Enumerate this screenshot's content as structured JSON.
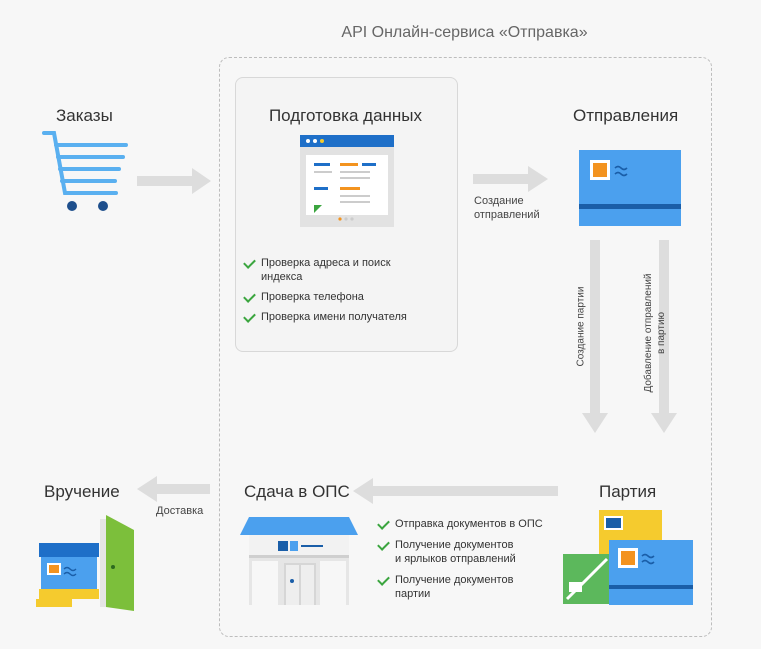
{
  "region": {
    "title": "API Онлайн-сервиса «Отправка»"
  },
  "nodes": {
    "orders": {
      "label": "Заказы",
      "icon": "shopping-cart-icon"
    },
    "prep": {
      "label": "Подготовка данных",
      "icon": "data-form-icon",
      "checks": [
        "Проверка адреса и поиск индекса",
        "Проверка телефона",
        "Проверка имени получателя"
      ]
    },
    "shipments": {
      "label": "Отправления",
      "icon": "envelope-icon"
    },
    "batch": {
      "label": "Партия",
      "icon": "envelope-stack-icon"
    },
    "handover": {
      "label": "Сдача в ОПС",
      "icon": "post-office-icon",
      "checks": [
        "Отправка документов в ОПС",
        "Получение документов и ярлыков отправлений",
        "Получение документов партии"
      ]
    },
    "delivery": {
      "label": "Вручение",
      "icon": "door-parcel-icon"
    }
  },
  "edges": {
    "create_shipments": {
      "label_line1": "Создание",
      "label_line2": "отправлений"
    },
    "create_batch": {
      "label": "Создание партии"
    },
    "add_to_batch": {
      "label_line1": "Добавление отправлений",
      "label_line2": "в партию"
    },
    "delivery": {
      "label": "Доставка"
    }
  },
  "colors": {
    "accent_blue": "#4ba0ee",
    "dark_blue": "#1e6fc8",
    "yellow": "#f5cb2e",
    "orange": "#f3931f",
    "green": "#3ba53f",
    "arrow_gray": "#dddddd"
  }
}
